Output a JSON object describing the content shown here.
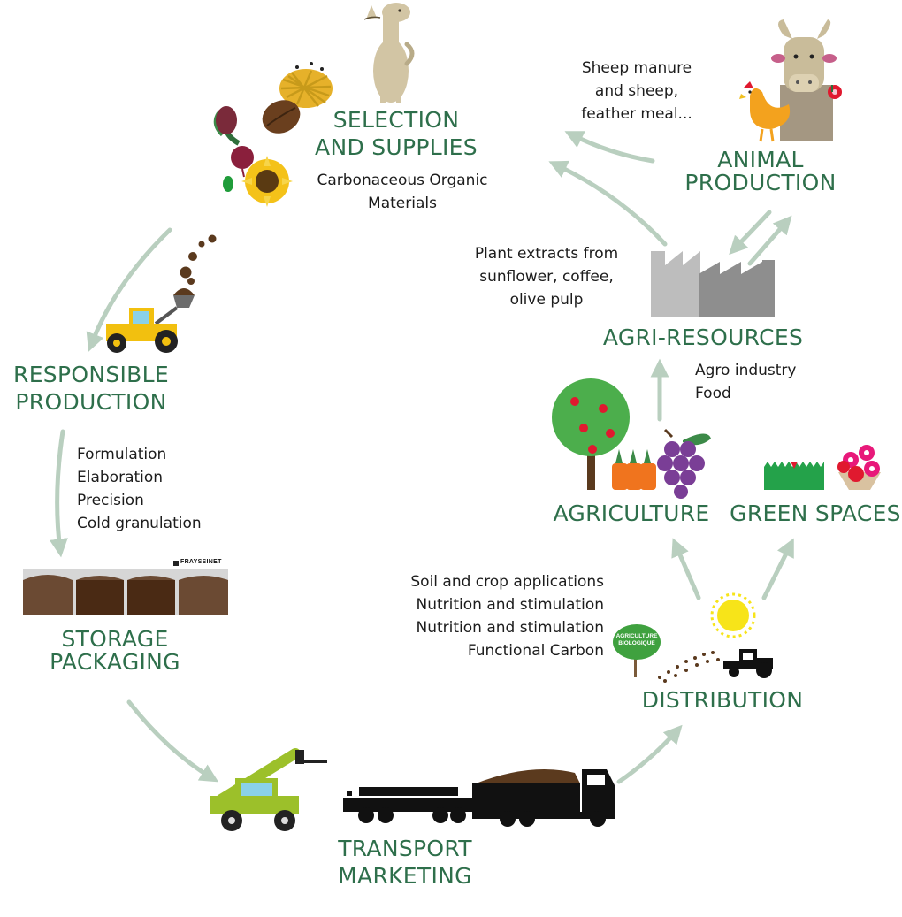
{
  "stages": {
    "selection": {
      "title": [
        "SELECTION",
        "AND SUPPLIES"
      ],
      "desc": [
        "Carbonaceous Organic",
        "Materials"
      ]
    },
    "animal": {
      "title": [
        "ANIMAL",
        "PRODUCTION"
      ],
      "desc": [
        "Sheep manure",
        "and sheep,",
        "feather meal..."
      ]
    },
    "agri_resources": {
      "title": [
        "AGRI-RESOURCES"
      ],
      "desc_left": [
        "Plant extracts from",
        "sunflower, coffee,",
        "olive pulp"
      ],
      "desc_below": [
        "Agro industry",
        "Food"
      ]
    },
    "responsible": {
      "title": [
        "RESPONSIBLE",
        "PRODUCTION"
      ],
      "desc": [
        "Formulation",
        "Elaboration",
        "Precision",
        "Cold granulation"
      ]
    },
    "agriculture": {
      "title": [
        "AGRICULTURE"
      ]
    },
    "green_spaces": {
      "title": [
        "GREEN SPACES"
      ]
    },
    "storage": {
      "title": [
        "STORAGE",
        "PACKAGING"
      ],
      "brand": "FRAYSSINET"
    },
    "distribution": {
      "title": [
        "DISTRIBUTION"
      ],
      "desc": [
        "Soil and crop applications",
        "Nutrition and stimulation",
        "Nutrition and stimulation",
        "Functional Carbon"
      ],
      "sign": [
        "AGRICULTURE",
        "BIOLOGIQUE"
      ]
    },
    "transport": {
      "title": [
        "TRANSPORT",
        "MARKETING"
      ]
    }
  },
  "icons": [
    "llama-icon",
    "hay-bale-icon",
    "coffee-bean-icon",
    "beet-icon",
    "sunflower-icon",
    "cow-icon",
    "rooster-icon",
    "factory-icon",
    "loader-icon",
    "tree-icon",
    "carrots-icon",
    "grapes-icon",
    "grass-icon",
    "flower-pot-icon",
    "sun-icon",
    "tractor-icon",
    "organic-sign-icon",
    "telehandler-icon",
    "truck-icon",
    "storage-bins-icon"
  ],
  "colors": {
    "heading": "#2e6f4b",
    "arrow": "#b9cfbf",
    "text": "#1c1c1c"
  }
}
